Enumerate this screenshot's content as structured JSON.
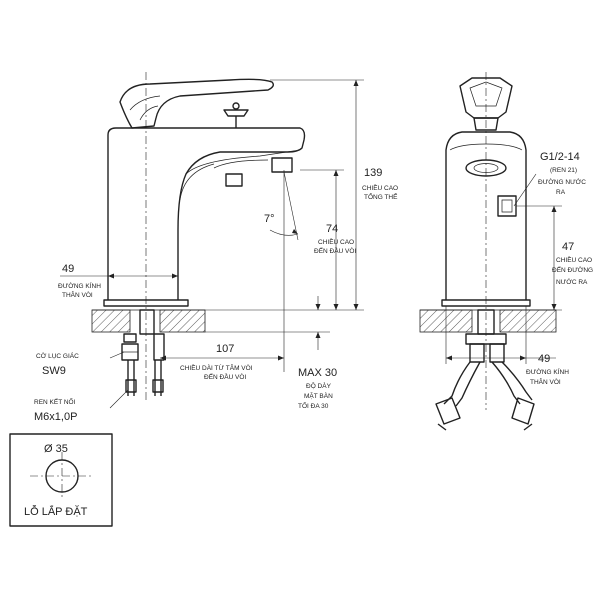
{
  "dimensions": {
    "d49_left": {
      "value": "49",
      "line1": "ĐƯỜNG KÍNH",
      "line2": "THÂN VÒI"
    },
    "d107": {
      "value": "107",
      "line1": "CHIỀU DÀI TỪ TÂM VÒI",
      "line2": "ĐẾN ĐẦU VÒI"
    },
    "d74": {
      "value": "74",
      "line1": "CHIỀU CAO",
      "line2": "ĐẾN ĐẦU VÒI"
    },
    "d139": {
      "value": "139",
      "line1": "CHIỀU CAO",
      "line2": "TỔNG THỂ"
    },
    "angle": {
      "value": "7°"
    },
    "max30": {
      "value": "MAX 30",
      "line1": "ĐỘ DÀY",
      "line2": "MẶT BÀN",
      "line3": "TỐI ĐA 30"
    },
    "g12": {
      "value": "G1/2-14",
      "line1": "(REN 21)",
      "line2": "ĐƯỜNG NƯỚC",
      "line3": "RA"
    },
    "d47": {
      "value": "47",
      "line1": "CHIỀU CAO",
      "line2": "ĐẾN ĐƯỜNG",
      "line3": "NƯỚC RA"
    },
    "d49_right": {
      "value": "49",
      "line1": "ĐƯỜNG KÍNH",
      "line2": "THÂN VÒI"
    }
  },
  "labels": {
    "sw9": {
      "line1": "CỜ LỤC GIÁC",
      "line2": "SW9"
    },
    "m6": {
      "line1": "REN KẾT NỐI",
      "line2": "M6x1,0P"
    }
  },
  "install_hole": {
    "diameter": "Ø 35",
    "caption": "LỖ LẮP ĐẶT"
  }
}
